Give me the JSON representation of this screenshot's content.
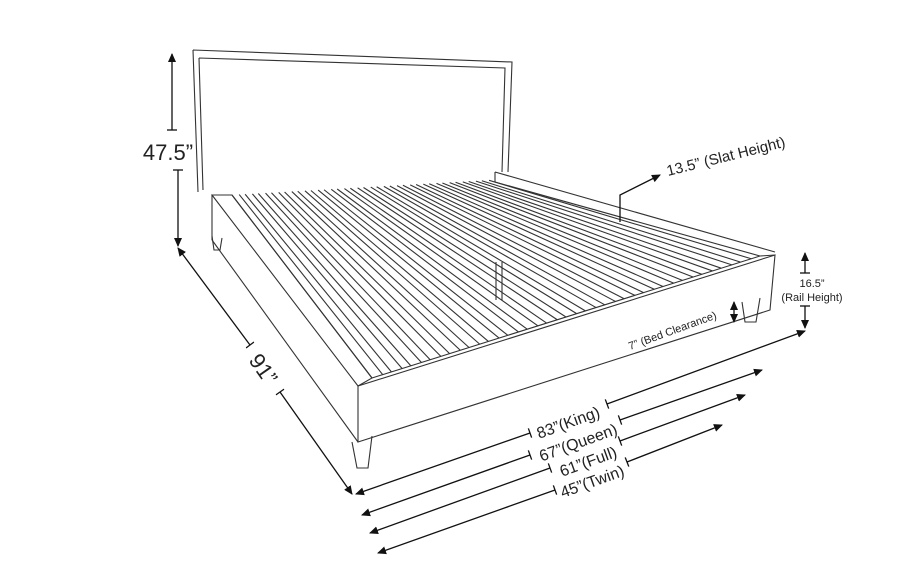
{
  "dimensions": {
    "height_total": "47.5”",
    "length": "91”",
    "slat_height": "13.5” (Slat Height)",
    "rail_height_value": "16.5”",
    "rail_height_label": "(Rail Height)",
    "bed_clearance": "7” (Bed Clearance)",
    "widths": [
      {
        "label": "83”(King)"
      },
      {
        "label": "67”(Queen)"
      },
      {
        "label": "61”(Full)"
      },
      {
        "label": "45”(Twin)"
      }
    ]
  }
}
